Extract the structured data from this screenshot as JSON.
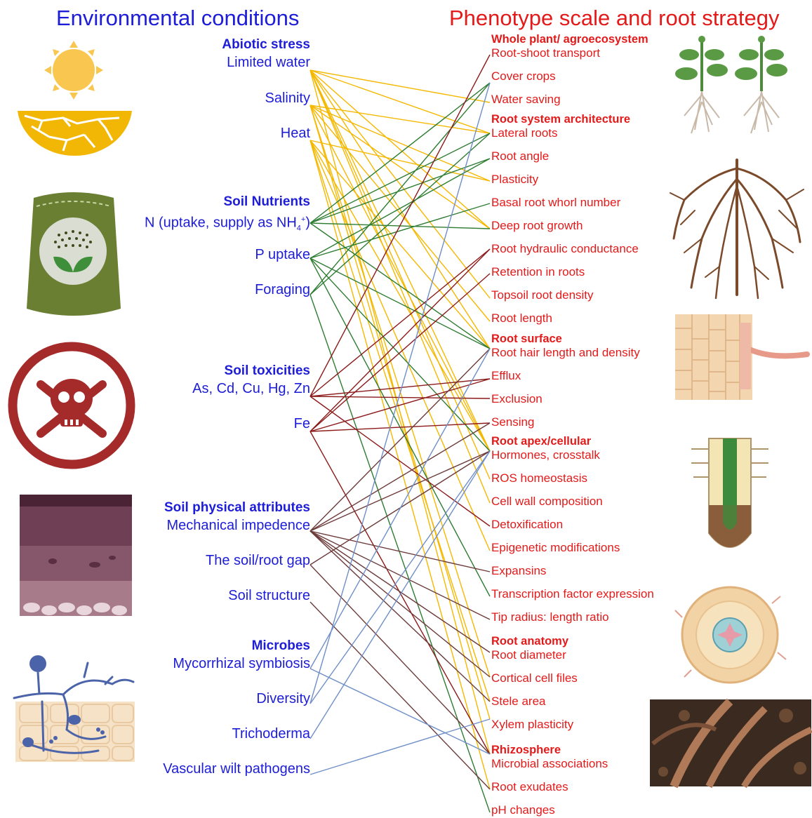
{
  "headings": {
    "left": "Environmental conditions",
    "right": "Phenotype scale and root strategy"
  },
  "colors": {
    "abiotic": "#f5b800",
    "nutrients": "#2e7d32",
    "toxic": "#8b1a1a",
    "physical": "#6d3b3b",
    "microbes": "#6f8fc8",
    "left_text": "#1d1dd8",
    "right_text": "#e41a1a"
  },
  "left": {
    "abiotic_title": "Abiotic stress",
    "limited_water": "Limited water",
    "salinity": "Salinity",
    "heat": "Heat",
    "nutrients_title": "Soil Nutrients",
    "n_uptake_prefix": "N (uptake, supply as NH",
    "n_sub": "4",
    "n_sup": "+",
    "n_suffix": ")",
    "p_uptake": "P uptake",
    "foraging": "Foraging",
    "toxic_title": "Soil toxicities",
    "metals": "As, Cd, Cu, Hg, Zn",
    "fe": "Fe",
    "physical_title": "Soil physical attributes",
    "mechanical": "Mechanical impedence",
    "gap": "The soil/root gap",
    "structure": "Soil structure",
    "microbes_title": "Microbes",
    "mycorrhizal": "Mycorrhizal symbiosis",
    "diversity": "Diversity",
    "trichoderma": "Trichoderma",
    "vascular": "Vascular wilt pathogens"
  },
  "right": {
    "whole_title": "Whole plant/ agroecosystem",
    "root_shoot": "Root-shoot transport",
    "cover_crops": "Cover crops",
    "water_saving": "Water saving",
    "rsa_title": "Root system architecture",
    "lateral": "Lateral roots",
    "root_angle": "Root angle",
    "plasticity": "Plasticity",
    "basal_whorl": "Basal root whorl number",
    "deep_growth": "Deep root growth",
    "hydraulic": "Root hydraulic conductance",
    "retention": "Retention in roots",
    "topsoil": "Topsoil root density",
    "root_length": "Root length",
    "surface_title": "Root surface",
    "root_hair": "Root hair length and density",
    "efflux": "Efflux",
    "exclusion": "Exclusion",
    "sensing": "Sensing",
    "apex_title": "Root apex/cellular",
    "hormones": "Hormones, crosstalk",
    "ros": "ROS homeostasis",
    "cell_wall": "Cell wall composition",
    "detox": "Detoxification",
    "epigenetic": "Epigenetic modifications",
    "expansins": "Expansins",
    "tf_expression": "Transcription factor expression",
    "tip_radius": "Tip radius: length ratio",
    "anatomy_title": "Root anatomy",
    "diameter": "Root diameter",
    "cortical": "Cortical cell files",
    "stele": "Stele area",
    "xylem": "Xylem plasticity",
    "rhizo_title": "Rhizosphere",
    "microbial": "Microbial associations",
    "exudates": "Root exudates",
    "ph": "pH changes"
  }
}
